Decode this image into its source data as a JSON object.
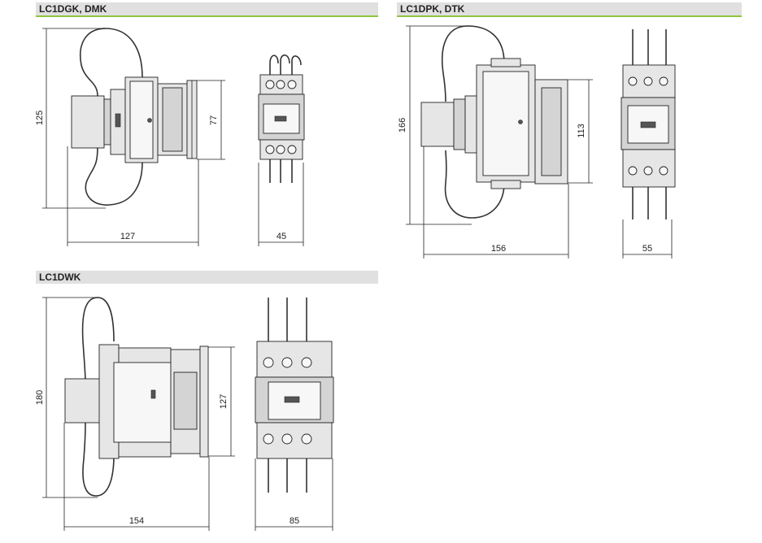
{
  "sections": {
    "dgk": {
      "title": "LC1DGK, DMK"
    },
    "dpk": {
      "title": "LC1DPK, DTK"
    },
    "dwk": {
      "title": "LC1DWK"
    }
  },
  "dims": {
    "dgk": {
      "height": "125",
      "mount_height": "77",
      "side_width": "127",
      "front_width": "45"
    },
    "dpk": {
      "height": "166",
      "mount_height": "113",
      "side_width": "156",
      "front_width": "55"
    },
    "dwk": {
      "height": "180",
      "mount_height": "127",
      "side_width": "154",
      "front_width": "85"
    }
  },
  "colors": {
    "header_bg": "#e0e0e0",
    "rule": "#8dc63f",
    "line": "#222222"
  }
}
